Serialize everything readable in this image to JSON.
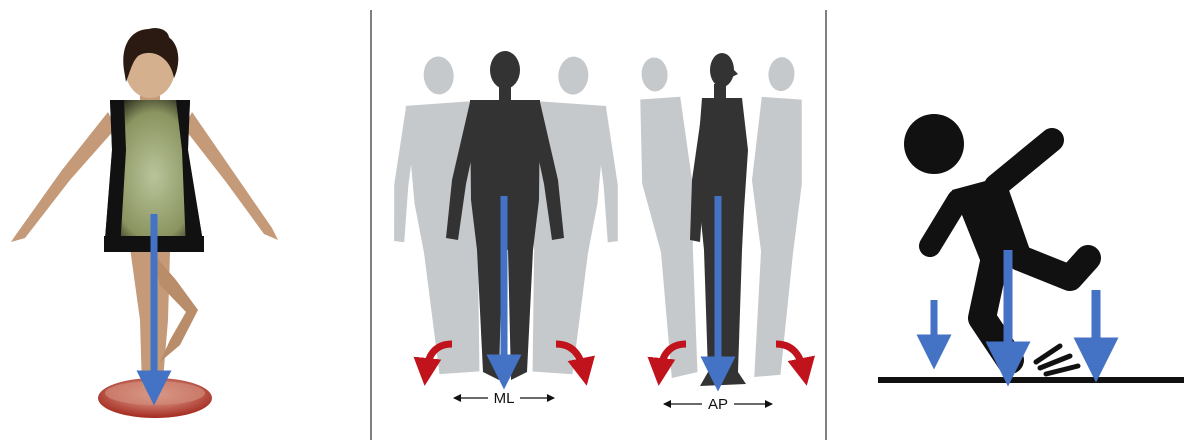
{
  "panels": [
    {
      "id": "balance-board",
      "figure": "woman-balancing-icon"
    },
    {
      "id": "postural-sway",
      "figures": [
        "front-view-figure-icon",
        "side-view-figure-icon"
      ],
      "labels": {
        "front": "ML",
        "side": "AP"
      }
    },
    {
      "id": "fall",
      "figure": "falling-person-icon"
    }
  ],
  "colors": {
    "arrow": "#4472c4",
    "curved_arrow": "#c0131b",
    "figure_dark": "#333333",
    "figure_ghost": "#c6c9cc",
    "divider": "#555555",
    "pictogram": "#111111"
  }
}
